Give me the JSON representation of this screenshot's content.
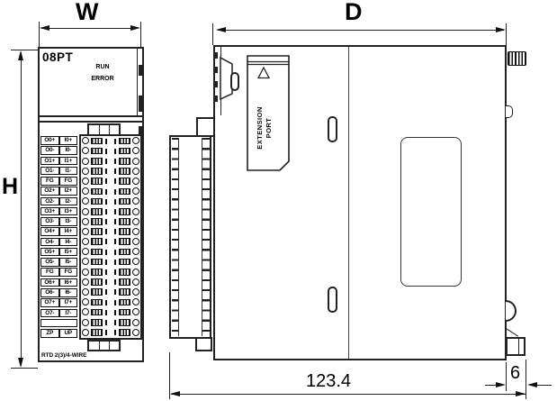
{
  "drawing": {
    "dimensions": {
      "width": "W",
      "depth": "D",
      "height": "H",
      "overall_depth_mm": "123.4",
      "clip_depth_mm": "6"
    },
    "front_view": {
      "model": "08PT",
      "status_labels": {
        "run": "RUN",
        "error": "ERROR"
      },
      "bottom_label": "RTD 2(3)/4-WIRE",
      "terminal_rows": [
        {
          "left": "O0+",
          "right": "I0+"
        },
        {
          "left": "O0-",
          "right": "I0-"
        },
        {
          "left": "O1+",
          "right": "I1+"
        },
        {
          "left": "O1-",
          "right": "I1-"
        },
        {
          "left": "FG",
          "right": "FG"
        },
        {
          "left": "O2+",
          "right": "I2+"
        },
        {
          "left": "O2-",
          "right": "I2-"
        },
        {
          "left": "O3+",
          "right": "I3+"
        },
        {
          "left": "O3-",
          "right": "I3-"
        },
        {
          "left": "O4+",
          "right": "I4+"
        },
        {
          "left": "O4-",
          "right": "I4-"
        },
        {
          "left": "O5+",
          "right": "I5+"
        },
        {
          "left": "O5-",
          "right": "I5-"
        },
        {
          "left": "FG",
          "right": "FG"
        },
        {
          "left": "O6+",
          "right": "I6+"
        },
        {
          "left": "O6-",
          "right": "I6-"
        },
        {
          "left": "O7+",
          "right": "I7+"
        },
        {
          "left": "O7-",
          "right": "I7-"
        },
        {
          "left": "",
          "right": ""
        },
        {
          "left": "ZP",
          "right": "UP"
        }
      ]
    },
    "side_view": {
      "extension_port_line1": "EXTENSION",
      "extension_port_line2": "PORT",
      "icons": {
        "warning": "triangle-icon",
        "mounting_screw": "screw-thread-icon"
      }
    },
    "colors": {
      "line": "#222222",
      "text": "#000000",
      "background": "#ffffff"
    }
  }
}
